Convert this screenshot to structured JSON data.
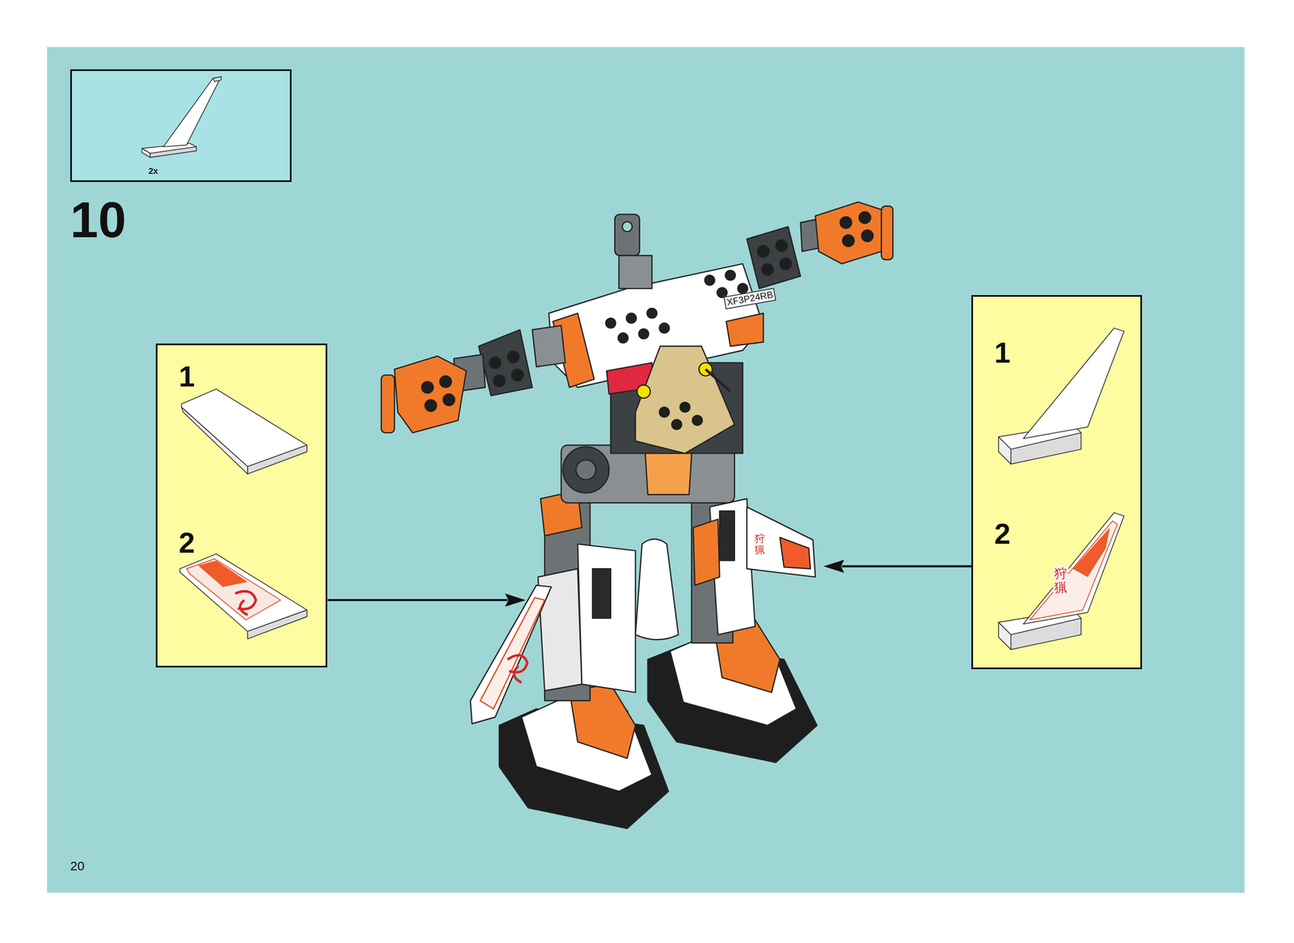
{
  "diagram": {
    "nodes": [
      {
        "text": [
          "2x"
        ]
      },
      {
        "text": [
          "1",
          "2"
        ]
      },
      {
        "text": [
          "1",
          "2"
        ]
      }
    ],
    "labels": [
      "10",
      "XF3P24RB",
      "狩猟",
      "狩猟",
      "20"
    ]
  }
}
